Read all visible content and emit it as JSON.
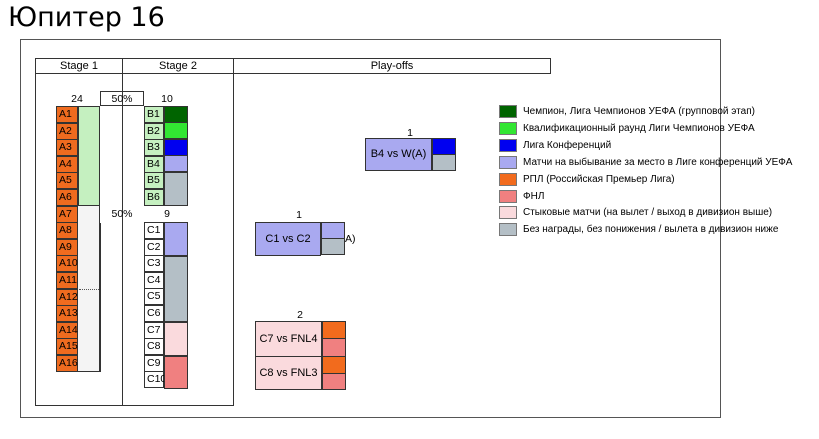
{
  "title": "Юпитер 16",
  "headers": {
    "stage1": "Stage 1",
    "stage2": "Stage 2",
    "playoffs": "Play-offs"
  },
  "stage1": {
    "count": "24",
    "cells": [
      "A1",
      "A2",
      "A3",
      "A4",
      "A5",
      "A6",
      "A7",
      "A8",
      "A9",
      "A10",
      "A11",
      "A12",
      "A13",
      "A14",
      "A15",
      "A16"
    ]
  },
  "split": {
    "top_percent": "50%",
    "bottom_percent": "50%"
  },
  "stage2": {
    "group_b_count": "10",
    "group_b": [
      "B1",
      "B2",
      "B3",
      "B4",
      "B5",
      "B6"
    ],
    "group_c_count": "9",
    "group_c": [
      "C1",
      "C2",
      "C3",
      "C4",
      "C5",
      "C6",
      "C7",
      "C8",
      "C9",
      "C10"
    ]
  },
  "playoffs": {
    "m1": {
      "count": "1",
      "label": "B4 vs W(A)"
    },
    "m2": {
      "count": "1",
      "label": "C1 vs C2",
      "suffix": "A)"
    },
    "m3": {
      "count": "2",
      "labels": [
        "C7 vs FNL4",
        "C8 vs FNL3"
      ]
    }
  },
  "colors": {
    "champion": "#006400",
    "ucl_qual": "#32e632",
    "conference": "#0000f0",
    "conf_knockout": "#a9a9f0",
    "rpl": "#f26b1d",
    "fnl": "#f08080",
    "playoff_relegation": "#fadadd",
    "none": "#b4bfc6",
    "stage1_cell": "#ef6b1f",
    "stage1_band": "#c5f0c0",
    "stage2_b_cell": "#c5f0c0"
  },
  "legend": [
    {
      "key": "champion",
      "label": "Чемпион, Лига Чемпионов УЕФА (групповой этап)"
    },
    {
      "key": "ucl_qual",
      "label": "Квалификационный раунд Лиги Чемпионов УЕФА"
    },
    {
      "key": "conference",
      "label": "Лига Конференций"
    },
    {
      "key": "conf_knockout",
      "label": "Матчи на выбывание за место в Лиге конференций УЕФА"
    },
    {
      "key": "rpl",
      "label": "РПЛ (Российская Премьер Лига)"
    },
    {
      "key": "fnl",
      "label": "ФНЛ"
    },
    {
      "key": "playoff_relegation",
      "label": "Стыковые матчи (на вылет / выход в дивизион выше)"
    },
    {
      "key": "none",
      "label": "Без награды, без понижения / вылета в дивизион ниже"
    }
  ]
}
